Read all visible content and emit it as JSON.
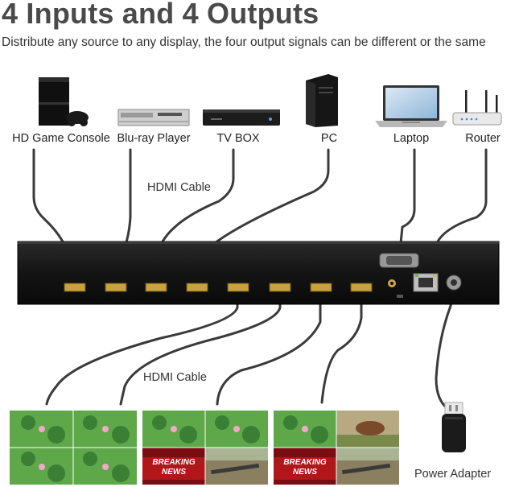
{
  "header": {
    "title": "4 Inputs and 4 Outputs",
    "subtitle": "Distribute any source to any display, the four output signals can be different or the same"
  },
  "devices": {
    "game_console": "HD Game Console",
    "bluray": "Blu-ray Player",
    "tvbox": "TV BOX",
    "pc": "PC",
    "laptop": "Laptop",
    "router": "Router"
  },
  "cables": {
    "top": "HDMI Cable",
    "bottom": "HDMI Cable"
  },
  "screens": {
    "breaking_news_1": "BREAKING NEWS",
    "breaking_news_2": "BREAKING NEWS"
  },
  "power": {
    "label": "Power Adapter"
  },
  "colors": {
    "device_body": "#151515",
    "hdmi_port": "#c8a23c",
    "cable": "#3a3a3a",
    "leaf_green": "#3f8f3a",
    "news_red": "#b0161a"
  }
}
